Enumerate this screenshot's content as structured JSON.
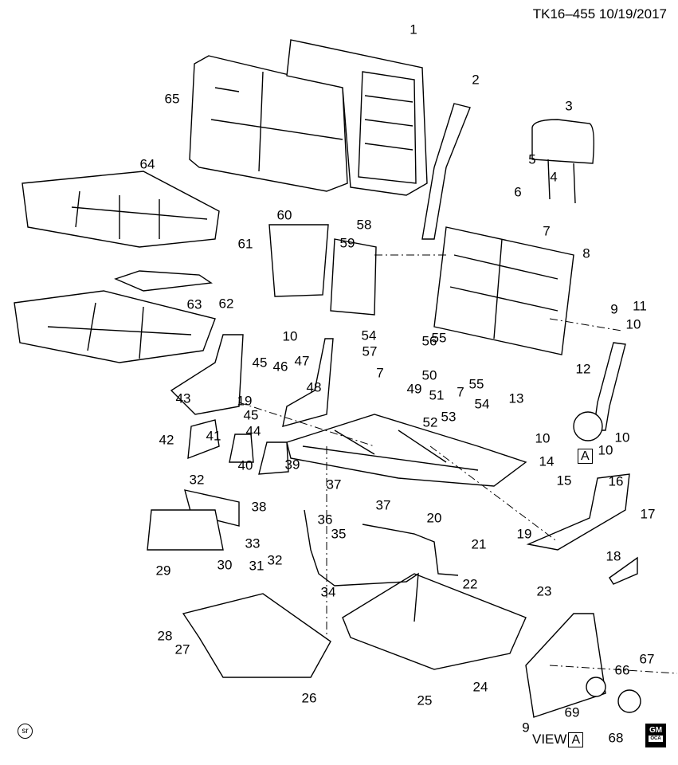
{
  "header": {
    "doc_id": "TK16–455",
    "date": "10/19/2017"
  },
  "view": {
    "prefix": "VIEW",
    "ref": "A"
  },
  "detail_ref": "A",
  "badges": {
    "sr": "sr",
    "gm": "GM",
    "gm_sub": "OCA"
  },
  "callouts": [
    "1",
    "2",
    "3",
    "4",
    "5",
    "6",
    "7",
    "8",
    "9",
    "10",
    "11",
    "12",
    "13",
    "14",
    "15",
    "16",
    "17",
    "18",
    "19",
    "20",
    "21",
    "22",
    "23",
    "24",
    "25",
    "26",
    "27",
    "28",
    "29",
    "30",
    "31",
    "32",
    "32",
    "33",
    "34",
    "35",
    "36",
    "37",
    "37",
    "38",
    "39",
    "40",
    "41",
    "42",
    "43",
    "44",
    "45",
    "45",
    "46",
    "47",
    "48",
    "49",
    "50",
    "51",
    "52",
    "53",
    "54",
    "54",
    "55",
    "55",
    "56",
    "57",
    "58",
    "59",
    "60",
    "61",
    "62",
    "63",
    "64",
    "65",
    "66",
    "67",
    "68",
    "69",
    "7",
    "7",
    "10",
    "10",
    "10",
    "10",
    "19",
    "9"
  ]
}
